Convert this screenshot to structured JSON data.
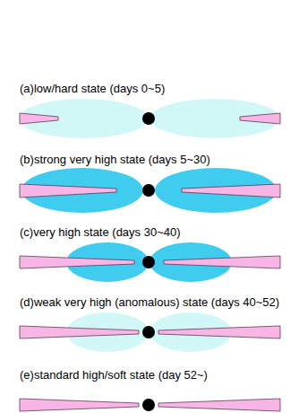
{
  "diagram": {
    "labels": [
      "(a)low/hard state (days 0~5)",
      "(b)strong very high state (days 5~30)",
      "(c)very high state (days 30~40)",
      "(d)weak very high (anomalous) state (days 40~52)",
      "(e)standard high/soft state (day 52~)"
    ]
  }
}
